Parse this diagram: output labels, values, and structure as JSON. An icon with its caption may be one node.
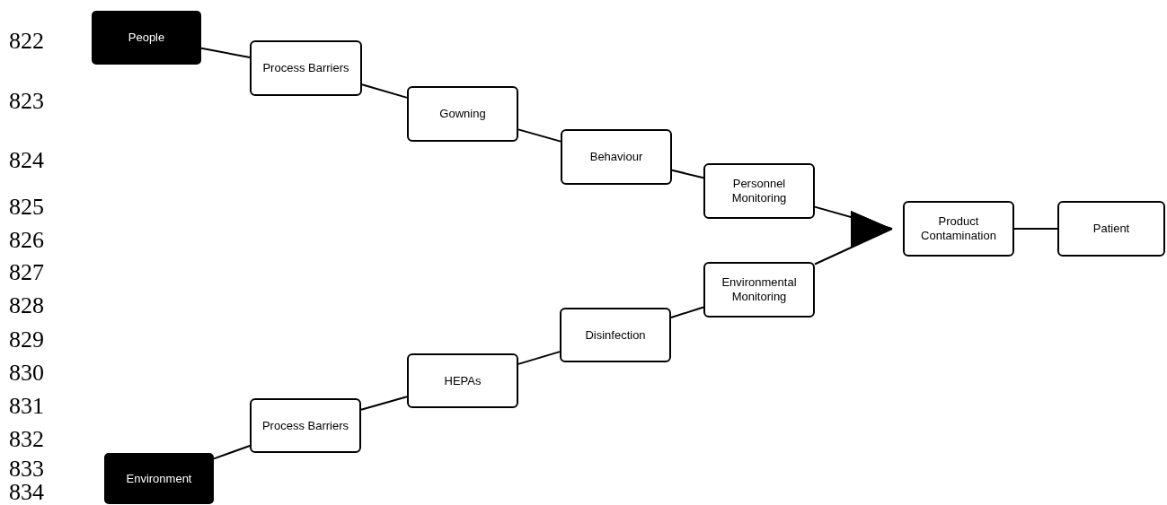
{
  "diagram": {
    "nodes": [
      {
        "text": [
          "People"
        ]
      },
      {
        "text": [
          "Process Barriers"
        ]
      },
      {
        "text": [
          "Gowning"
        ]
      },
      {
        "text": [
          "Behaviour"
        ]
      },
      {
        "text": [
          "Personnel Monitoring"
        ]
      },
      {
        "text": [
          "Product Contamination"
        ]
      },
      {
        "text": [
          "Patient"
        ]
      },
      {
        "text": [
          "Environmental Monitoring"
        ]
      },
      {
        "text": [
          "Disinfection"
        ]
      },
      {
        "text": [
          "HEPAs"
        ]
      },
      {
        "text": [
          "Process Barriers"
        ]
      },
      {
        "text": [
          "Environment"
        ]
      }
    ],
    "edges": [
      {
        "from": 0,
        "to": 1,
        "arrow": "none"
      },
      {
        "from": 1,
        "to": 2,
        "arrow": "none"
      },
      {
        "from": 2,
        "to": 3,
        "arrow": "none"
      },
      {
        "from": 3,
        "to": 4,
        "arrow": "none"
      },
      {
        "from": 4,
        "to": 5,
        "arrow": "to"
      },
      {
        "from": 7,
        "to": 5,
        "arrow": "to"
      },
      {
        "from": 5,
        "to": 6,
        "arrow": "none"
      },
      {
        "from": 11,
        "to": 10,
        "arrow": "none"
      },
      {
        "from": 10,
        "to": 9,
        "arrow": "none"
      },
      {
        "from": 9,
        "to": 8,
        "arrow": "none"
      },
      {
        "from": 8,
        "to": 7,
        "arrow": "none"
      }
    ],
    "labels": [
      "822",
      "823",
      "824",
      "825",
      "826",
      "827",
      "828",
      "829",
      "830",
      "831",
      "832",
      "833",
      "834"
    ]
  }
}
